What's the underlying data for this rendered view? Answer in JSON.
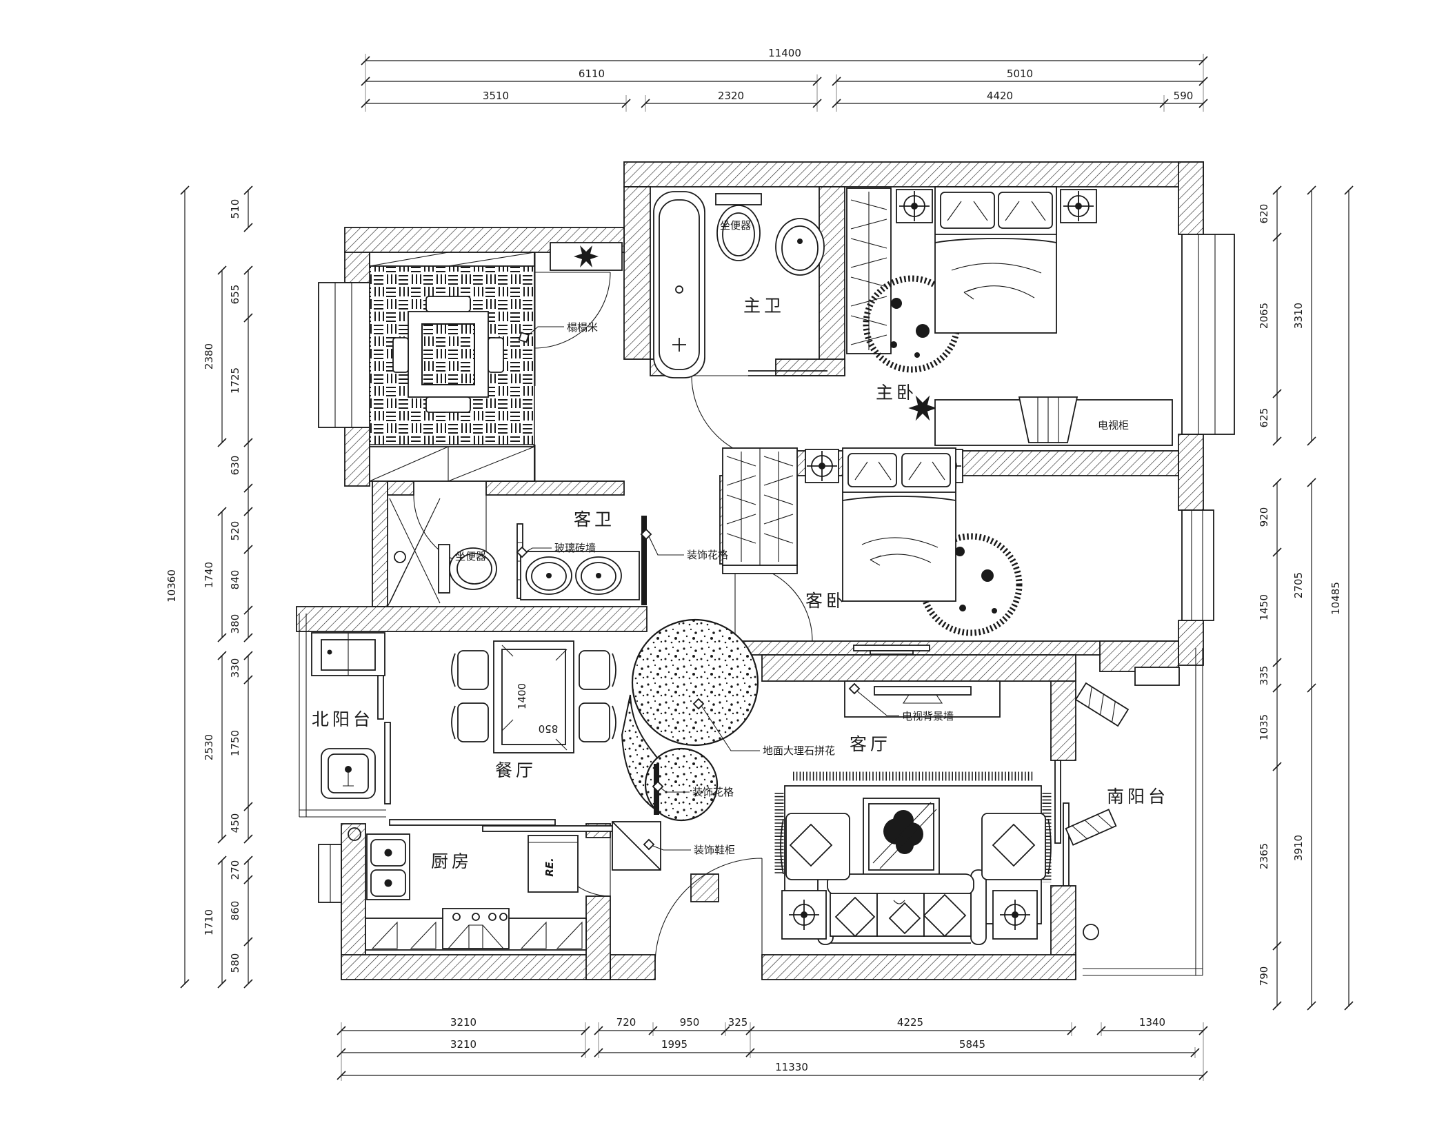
{
  "drawing": {
    "type": "apartment-floor-plan"
  },
  "colors": {
    "ink": "#1a1a1a",
    "paper": "#ffffff"
  },
  "rooms": {
    "master_bath": "主卫",
    "master_bedroom": "主卧",
    "guest_bath": "客卫",
    "guest_bedroom": "客卧",
    "north_balcony": "北阳台",
    "dining": "餐厅",
    "living": "客厅",
    "kitchen": "厨房",
    "south_balcony": "南阳台"
  },
  "annotations": {
    "tatami": "榻榻米",
    "toilet_master": "坐便器",
    "toilet_guest": "坐便器",
    "glass_brick_wall": "玻璃砖墙",
    "lattice_top": "装饰花格",
    "lattice_bottom": "装饰花格",
    "tv_cabinet": "电视柜",
    "tv_feature_wall": "电视背景墙",
    "marble_inlay": "地面大理石拼花",
    "shoe_cabinet": "装饰鞋柜"
  },
  "furniture": {
    "fridge_label": "RE.",
    "dining_table_length": "1400",
    "dining_table_width": "850"
  },
  "dimensions": {
    "top": {
      "total": "11400",
      "groups": [
        "6110",
        "5010"
      ],
      "details": [
        "3510",
        "2320",
        "4420",
        "590"
      ]
    },
    "bottom": {
      "details": [
        "3210",
        "720",
        "950",
        "325",
        "4225",
        "1340"
      ],
      "groups": [
        "3210",
        "1995",
        "5845"
      ],
      "total": "11330"
    },
    "left": {
      "details": [
        "510",
        "655",
        "1725",
        "630",
        "520",
        "840",
        "380",
        "330",
        "1750",
        "450",
        "270",
        "860",
        "580"
      ],
      "groups": [
        "2380",
        "1740",
        "2530",
        "1710"
      ],
      "total": "10360"
    },
    "right": {
      "details": [
        "620",
        "2065",
        "625",
        "920",
        "1450",
        "335",
        "1035",
        "2365",
        "790"
      ],
      "groups": [
        "3310",
        "2705",
        "3910"
      ],
      "total": "10485"
    }
  }
}
